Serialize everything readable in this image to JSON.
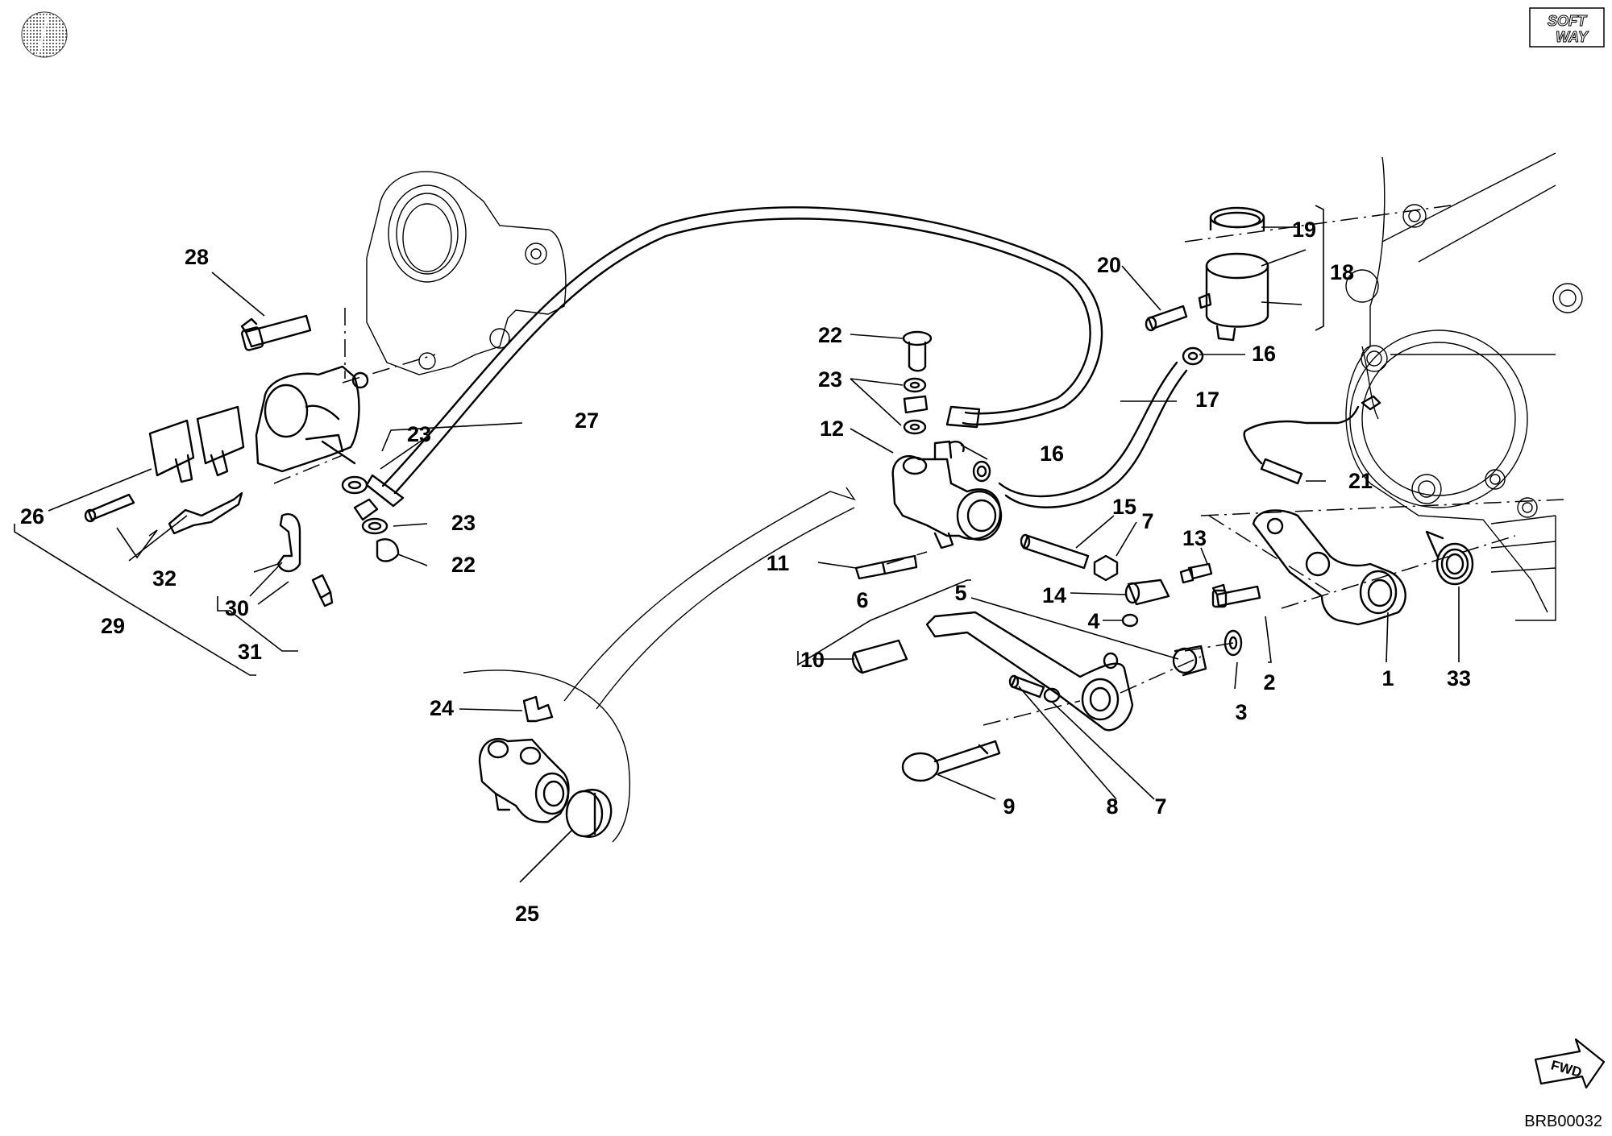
{
  "logo": {
    "line1": "SOFT",
    "line2": "WAY"
  },
  "fwd_label": "FWD",
  "drawing_code": "BRB00032",
  "callouts": {
    "c1": "1",
    "c2": "2",
    "c3": "3",
    "c4": "4",
    "c5": "5",
    "c6": "6",
    "c7a": "7",
    "c7b": "7",
    "c8": "8",
    "c9": "9",
    "c10": "10",
    "c11": "11",
    "c12": "12",
    "c13": "13",
    "c14": "14",
    "c15": "15",
    "c16a": "16",
    "c16b": "16",
    "c17": "17",
    "c18": "18",
    "c19": "19",
    "c20": "20",
    "c21": "21",
    "c22a": "22",
    "c22b": "22",
    "c23a": "23",
    "c23b": "23",
    "c23c": "23",
    "c24": "24",
    "c25": "25",
    "c26": "26",
    "c27": "27",
    "c28": "28",
    "c29": "29",
    "c30": "30",
    "c31": "31",
    "c32": "32",
    "c33": "33"
  }
}
